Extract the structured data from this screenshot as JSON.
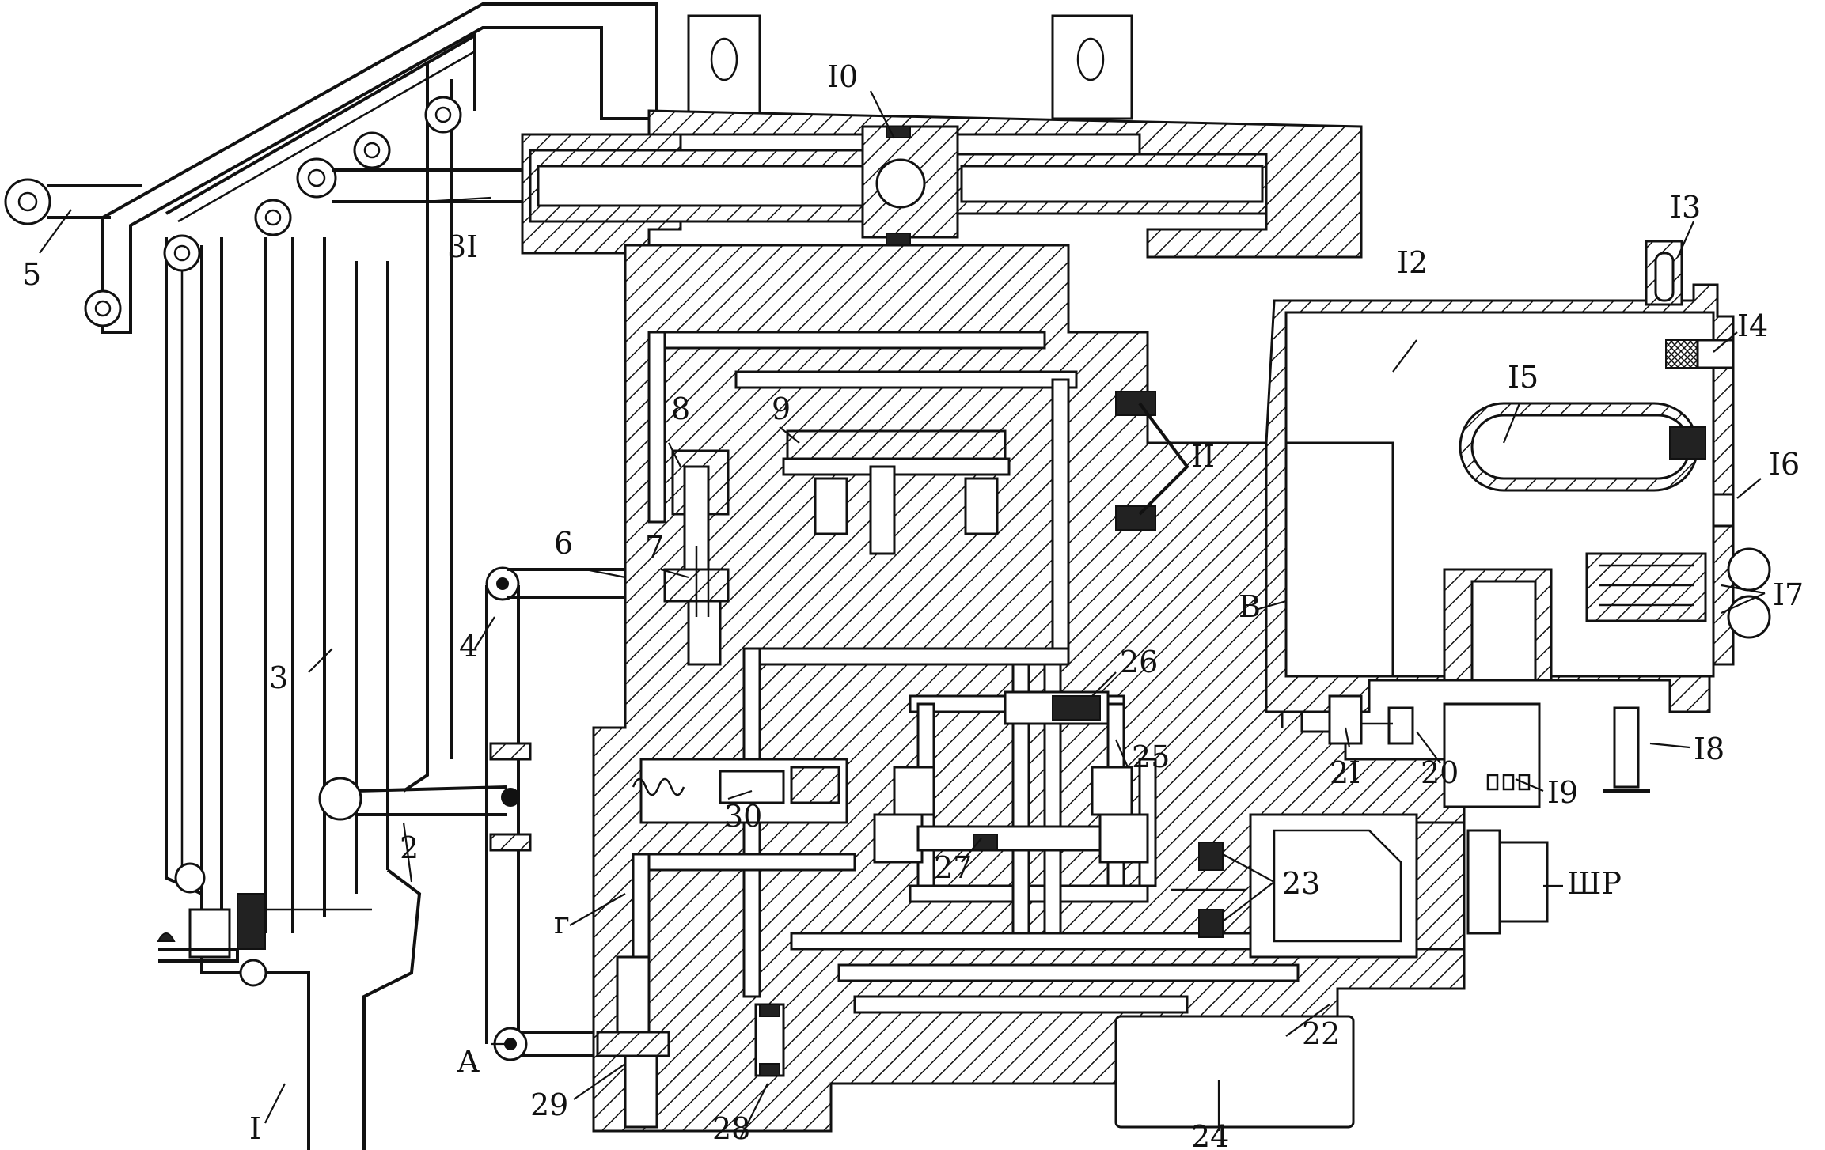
{
  "labels": {
    "l1": "I",
    "l2": "2",
    "l3": "3",
    "l4": "4",
    "l5": "5",
    "l6": "6",
    "l7": "7",
    "l8": "8",
    "l9": "9",
    "l10": "I0",
    "l11": "II",
    "l12": "I2",
    "l13": "I3",
    "l14": "I4",
    "l15": "I5",
    "l16": "I6",
    "l17": "I7",
    "l18": "I8",
    "l19": "I9",
    "l20": "20",
    "l21": "2I",
    "l22": "22",
    "l23": "23",
    "l24": "24",
    "l25": "25",
    "l26": "26",
    "l27": "27",
    "l28": "28",
    "l29": "29",
    "l30": "30",
    "l31": "3I",
    "lA": "A",
    "lB": "B",
    "lG": "г",
    "lShR": "ШР"
  }
}
